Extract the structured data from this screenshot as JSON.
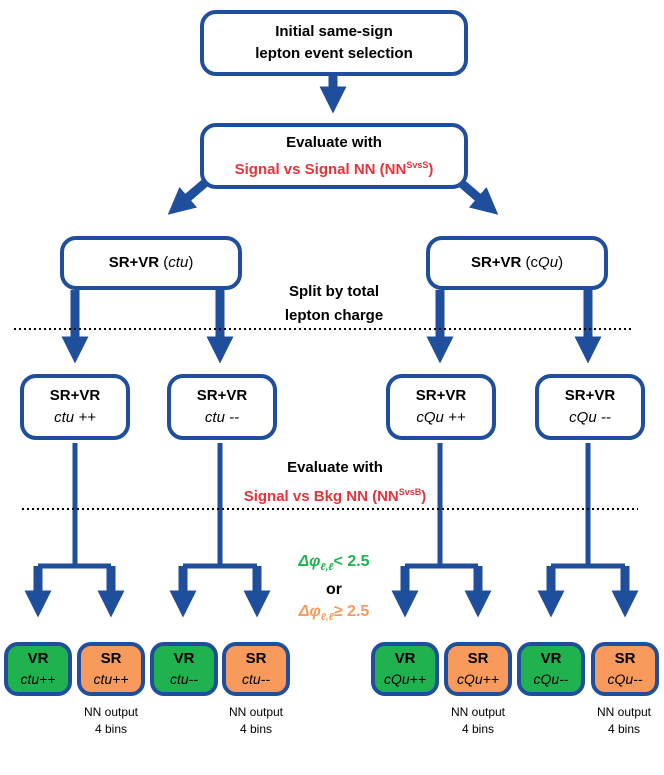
{
  "colors": {
    "box_border": "#1f4e9c",
    "arrow": "#1f4e9c",
    "red_text": "#e8333c",
    "vr_fill": "#1fb24f",
    "sr_fill": "#f79a5c",
    "dotted_line": "#000000"
  },
  "top_box": {
    "line1": "Initial same-sign",
    "line2": "lepton event selection"
  },
  "evaluate1": {
    "line1": "Evaluate with",
    "line2": "Signal vs Signal NN (NN",
    "sup": "SvsS",
    "close": ")"
  },
  "left_branch": {
    "label": "SR+VR",
    "paren_open": " (",
    "model": "ctu",
    "paren_close": ")"
  },
  "right_branch": {
    "label": "SR+VR",
    "paren_open": " (c",
    "model": "Qu",
    "paren_close": ")"
  },
  "split_text": {
    "line1": "Split by total",
    "line2": "lepton charge"
  },
  "charge_boxes": [
    {
      "title": "SR+VR",
      "sub": "ctu ++"
    },
    {
      "title": "SR+VR",
      "sub": "ctu --"
    },
    {
      "title": "SR+VR",
      "sub": "cQu ++"
    },
    {
      "title": "SR+VR",
      "sub": "cQu --"
    }
  ],
  "evaluate2": {
    "line1": "Evaluate with",
    "line2": "Signal vs Bkg NN (NN",
    "sup": "SvsB",
    "close": ")"
  },
  "condition": {
    "green": "Δφ",
    "green_sub": "ℓ,ℓ",
    "green_rest": "< 2.5",
    "or": "or",
    "orange": "Δφ",
    "orange_sub": "ℓ,ℓ",
    "orange_rest": "≥ 2.5"
  },
  "leaves": [
    {
      "title": "VR",
      "sub": "ctu++"
    },
    {
      "title": "SR",
      "sub": "ctu++"
    },
    {
      "title": "VR",
      "sub": "ctu--"
    },
    {
      "title": "SR",
      "sub": "ctu--"
    },
    {
      "title": "VR",
      "sub": "cQu++"
    },
    {
      "title": "SR",
      "sub": "cQu++"
    },
    {
      "title": "VR",
      "sub": "cQu--"
    },
    {
      "title": "SR",
      "sub": "cQu--"
    }
  ],
  "nn_output": {
    "line1": "NN output",
    "line2": "4 bins"
  }
}
